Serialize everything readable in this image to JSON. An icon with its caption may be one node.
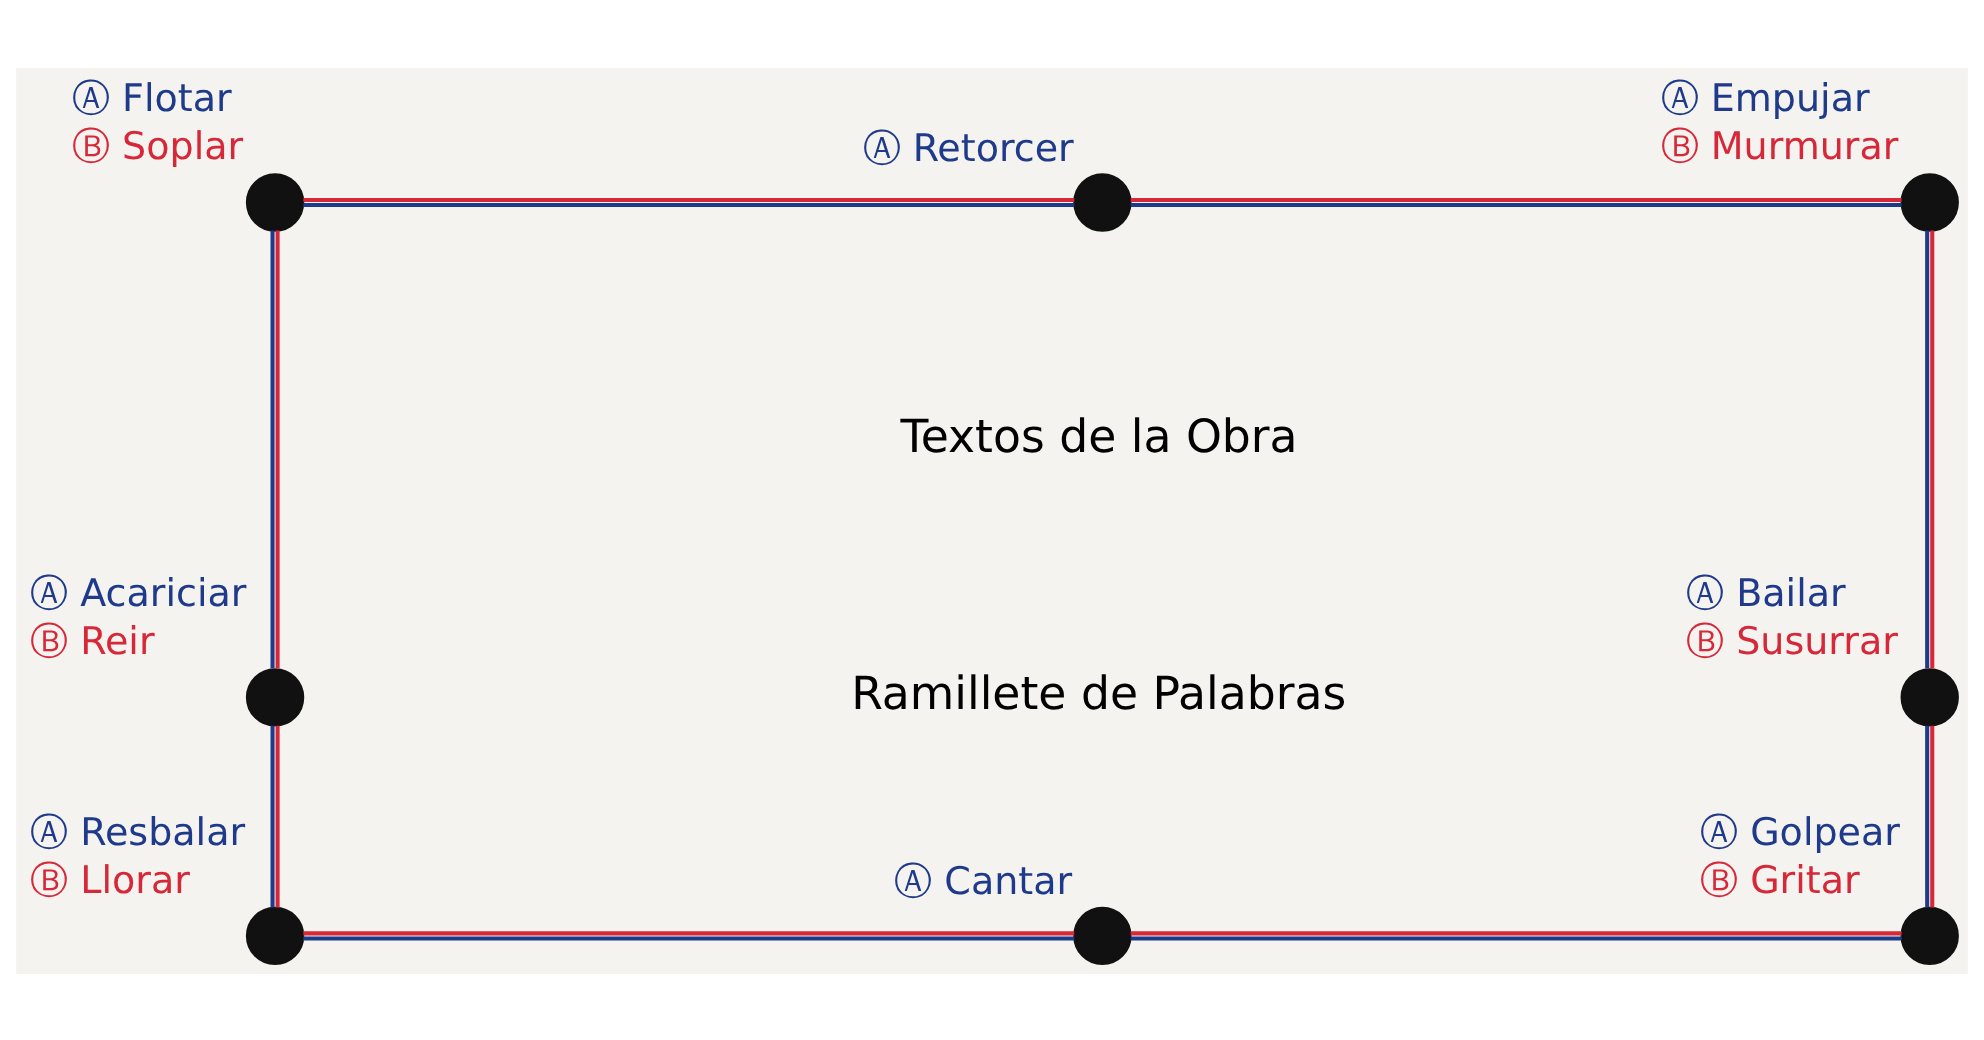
{
  "diagram": {
    "nodes": [
      {
        "text": [],
        "shape": "circle",
        "beside": [
          "Ⓐ Flotar",
          "Ⓑ Soplar"
        ]
      },
      {
        "text": [],
        "shape": "circle",
        "beside": [
          "Ⓐ Retorcer"
        ]
      },
      {
        "text": [],
        "shape": "circle",
        "beside": [
          "Ⓐ Empujar",
          "Ⓑ Murmurar"
        ]
      },
      {
        "text": [],
        "shape": "circle",
        "beside": [
          "Ⓐ Acariciar",
          "Ⓑ Reir"
        ]
      },
      {
        "text": [],
        "shape": "circle",
        "beside": [
          "Ⓐ Bailar",
          "Ⓑ Susurrar"
        ]
      },
      {
        "text": [],
        "shape": "circle",
        "beside": [
          "Ⓐ Resbalar",
          "Ⓑ Llorar"
        ]
      },
      {
        "text": [],
        "shape": "circle",
        "beside": [
          "Ⓐ Cantar"
        ]
      },
      {
        "text": [],
        "shape": "circle",
        "beside": [
          "Ⓐ Golpear",
          "Ⓑ Gritar"
        ]
      }
    ],
    "edges": [
      {
        "from": 0,
        "to": 1,
        "arrow": "none"
      },
      {
        "from": 1,
        "to": 2,
        "arrow": "none"
      },
      {
        "from": 0,
        "to": 3,
        "arrow": "none"
      },
      {
        "from": 3,
        "to": 5,
        "arrow": "none"
      },
      {
        "from": 2,
        "to": 4,
        "arrow": "none"
      },
      {
        "from": 4,
        "to": 7,
        "arrow": "none"
      },
      {
        "from": 5,
        "to": 6,
        "arrow": "none"
      },
      {
        "from": 6,
        "to": 7,
        "arrow": "none"
      }
    ],
    "labels": [
      "Textos de la Obra",
      "Ramillete de Palabras"
    ]
  }
}
